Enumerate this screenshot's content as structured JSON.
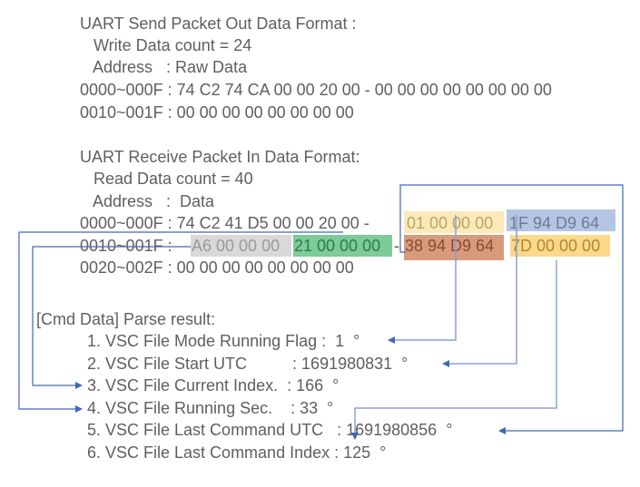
{
  "send": {
    "title": "UART Send Packet Out Data Format :",
    "count_line": "   Write Data count = 24",
    "header_line": "   Address   : Raw Data",
    "rows": [
      "0000~000F : 74 C2 74 CA 00 00 20 00 - 00 00 00 00 00 00 00 00",
      "0010~001F : 00 00 00 00 00 00 00 00"
    ]
  },
  "receive": {
    "title": "UART Receive Packet In Data Format:",
    "count_line": "   Read Data count = 40",
    "header_line": "   Address   :  Data",
    "row0_prefix": "0000~000F : 74 C2 41 D5 00 00 20 00 -",
    "row0_seg_a": "01 00 00 00",
    "row0_seg_b": "1F 94 D9 64",
    "row1_prefix": "0010~001F :",
    "row1_seg_a": "A6 00 00 00",
    "row1_seg_b": "21 00 00 00",
    "row1_dash": "-",
    "row1_seg_c": "38 94 D9 64",
    "row1_seg_d": "7D 00 00 00",
    "row2": "0020~002F : 00 00 00 00 00 00 00 00"
  },
  "parse": {
    "title": "[Cmd Data] Parse result:",
    "items": [
      "1. VSC File Mode Running Flag :  1  °",
      "2. VSC File Start UTC          : 1691980831  °",
      "3. VSC File Current Index.  : 166  °",
      "4. VSC File Running Sec.    : 33  °",
      "5. VSC File Last Command UTC   : 1691980856  °",
      "6. VSC File Last Command Index : 125  °"
    ]
  },
  "colors": {
    "text": "#5f5f5f",
    "connector": "#4267b2",
    "highlight_flag": "#fde9b8",
    "highlight_start_utc": "#b4c5e4",
    "highlight_current_index": "#d9d9d9",
    "highlight_running_sec": "#7ccb99",
    "highlight_last_cmd_utc": "#d99a7c",
    "highlight_last_cmd_index": "#fcd887"
  }
}
